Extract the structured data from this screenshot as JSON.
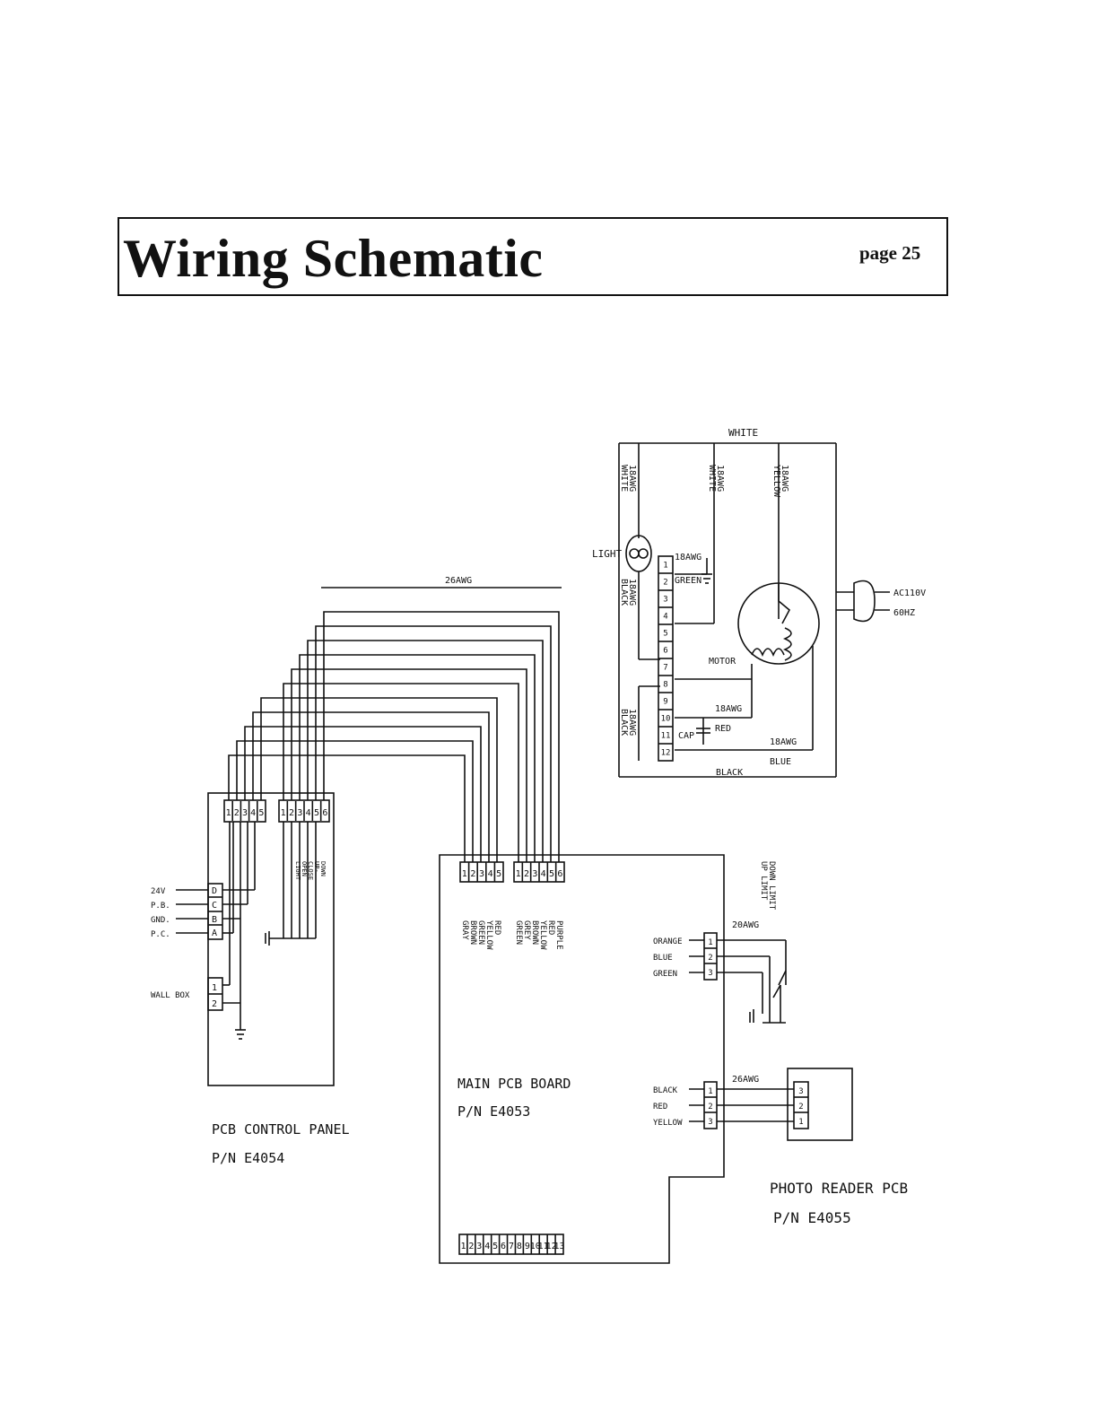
{
  "header": {
    "title": "Wiring Schematic",
    "page_label": "page 25"
  },
  "wiring": {
    "top_white": "WHITE",
    "wire_18awg_white_a": [
      "18AWG",
      "WHITE"
    ],
    "wire_18awg_white_b": [
      "18AWG",
      "WHITE"
    ],
    "wire_18awg_yellow": [
      "18AWG",
      "YELLOW"
    ],
    "light": "LIGHT",
    "green_ground": [
      "18AWG",
      "GREEN"
    ],
    "wire_18awg_black_a": [
      "18AWG",
      "BLACK"
    ],
    "wire_18awg_black_b": [
      "18AWG",
      "BLACK"
    ],
    "motor": "MOTOR",
    "cap": "CAP",
    "red_wire": [
      "18AWG",
      "RED"
    ],
    "blue_wire": [
      "18AWG",
      "BLUE"
    ],
    "bottom_black": "BLACK",
    "ac_label": [
      "AC110V",
      "60HZ"
    ],
    "ribbon": "26AWG",
    "terminal_12": [
      "1",
      "2",
      "3",
      "4",
      "5",
      "6",
      "7",
      "8",
      "9",
      "10",
      "11",
      "12"
    ]
  },
  "control_panel": {
    "title": "PCB CONTROL PANEL",
    "part": "P/N E4054",
    "left_inputs": [
      "24V",
      "P.B.",
      "GND.",
      "P.C."
    ],
    "abcd": [
      "D",
      "C",
      "B",
      "A"
    ],
    "wall_box": "WALL BOX",
    "wall_pins": [
      "1",
      "2"
    ],
    "conn_a": [
      "1",
      "2",
      "3",
      "4",
      "5"
    ],
    "conn_b": [
      "1",
      "2",
      "3",
      "4",
      "5",
      "6"
    ],
    "func_labels": [
      "LIGHT",
      "OPEN",
      "CLOSE",
      "UP-",
      "DOWN"
    ]
  },
  "main_board": {
    "title": "MAIN PCB BOARD",
    "part": "P/N E4053",
    "conn_a": [
      "1",
      "2",
      "3",
      "4",
      "5"
    ],
    "conn_b": [
      "1",
      "2",
      "3",
      "4",
      "5",
      "6"
    ],
    "colors_a": [
      "GRAY",
      "BROWN",
      "GREEN",
      "YELLOW",
      "RED"
    ],
    "colors_b": [
      "GREEN",
      "GREY",
      "BROWN",
      "YELLOW",
      "RED",
      "PURPLE"
    ],
    "limit_wires": [
      "ORANGE",
      "BLUE",
      "GREEN"
    ],
    "limit_gauge": "20AWG",
    "limits": [
      "DOWN LIMIT",
      "UP LIMIT"
    ],
    "photo_wires": [
      "BLACK",
      "RED",
      "YELLOW"
    ],
    "photo_gauge": "26AWG",
    "pins3": [
      "1",
      "2",
      "3"
    ],
    "bottom_conn": [
      "1",
      "2",
      "3",
      "4",
      "5",
      "6",
      "7",
      "8",
      "9",
      "10",
      "11",
      "12",
      "13"
    ]
  },
  "photo_reader": {
    "title": "PHOTO READER PCB",
    "part": "P/N E4055",
    "pins": [
      "3",
      "2",
      "1"
    ]
  }
}
